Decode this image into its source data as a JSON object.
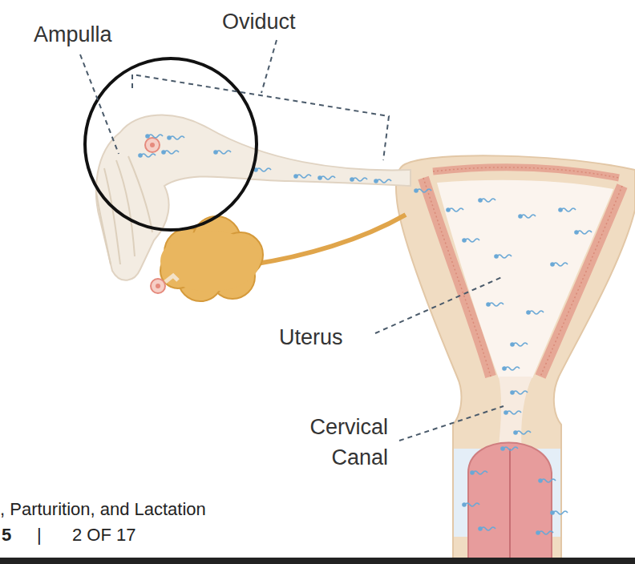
{
  "diagram": {
    "labels": [
      "Ampulla",
      "Oviduct",
      "Uterus",
      "Cervical Canal",
      ", Parturition, and Lactation",
      "5",
      "|",
      "2 OF 17"
    ]
  }
}
